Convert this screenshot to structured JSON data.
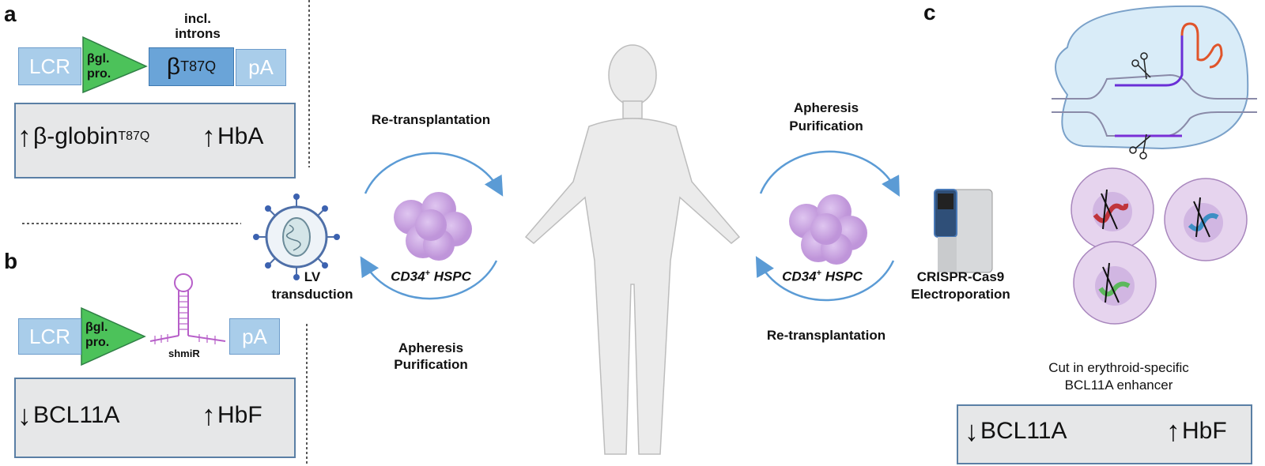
{
  "panels": {
    "a": "a",
    "b": "b",
    "c": "c"
  },
  "panel_a": {
    "lcr": "LCR",
    "promoter_line1": "βgl.",
    "promoter_line2": "pro.",
    "gene": "β",
    "gene_sup": "T87Q",
    "introns_line1": "incl.",
    "introns_line2": "introns",
    "pa": "pA",
    "out1_arrow": "↑",
    "out1": "β-globin",
    "out1_sup": "T87Q",
    "out2_arrow": "↑",
    "out2": "HbA"
  },
  "panel_b": {
    "lcr": "LCR",
    "promoter_line1": "βgl.",
    "promoter_line2": "pro.",
    "shmir": "shmiR",
    "pa": "pA",
    "out1_arrow": "↓",
    "out1": "BCL11A",
    "out2_arrow": "↑",
    "out2": "HbF"
  },
  "left_cycle": {
    "top": "Re-transplantation",
    "bottom_line1": "Apheresis",
    "bottom_line2": "Purification",
    "cells": "CD34",
    "cells_sup": "+",
    "cells_rest": " HSPC",
    "lv_line1": "LV",
    "lv_line2": "transduction"
  },
  "right_cycle": {
    "top_line1": "Apheresis",
    "top_line2": "Purification",
    "bottom": "Re-transplantation",
    "cells": "CD34",
    "cells_sup": "+",
    "cells_rest": " HSPC",
    "device_line1": "CRISPR-Cas9",
    "device_line2": "Electroporation"
  },
  "panel_c": {
    "caption_line1": "Cut in erythroid-specific",
    "caption_line2": "BCL11A enhancer",
    "out1_arrow": "↓",
    "out1": "BCL11A",
    "out2_arrow": "↑",
    "out2": "HbF"
  },
  "colors": {
    "green": "#4cc25a",
    "light_blue": "#a9cdea",
    "blue": "#6aa4d8",
    "gray": "#e6e7e8",
    "arrow_blue": "#5b9bd5",
    "cell": "#c9a3e0"
  }
}
